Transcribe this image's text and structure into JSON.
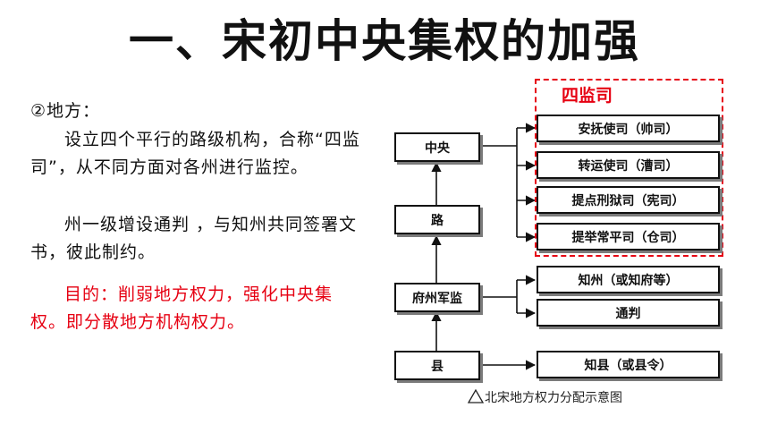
{
  "title": "一、宋初中央集权的加强",
  "text": {
    "subheading": "②地方：",
    "para1": "设立四个平行的路级机构，合称“四监司”，从不同方面对各州进行监控。",
    "para2": "州一级增设通判 ，与知州共同签署文书，彼此制约。",
    "purpose": "目的：削弱地方权力，强化中央集权。即分散地方机构权力。"
  },
  "diagram": {
    "group_label": "四监司",
    "nodes": {
      "central": "中央",
      "lu": "路",
      "fuzhou": "府州军监",
      "xian": "县",
      "anfu": "安抚使司（帅司）",
      "zhuanyun": "转运使司（漕司）",
      "tidian": "提点刑狱司（宪司）",
      "tiju": "提举常平司（仓司）",
      "zhizhou": "知州（或知府等）",
      "tongpan": "通判",
      "zhixian": "知县（或县令）"
    },
    "caption": "北宋地方权力分配示意图",
    "colors": {
      "accent_red": "#e60012",
      "box_border": "#111111",
      "box_shadow": "#7b7b7b"
    }
  }
}
